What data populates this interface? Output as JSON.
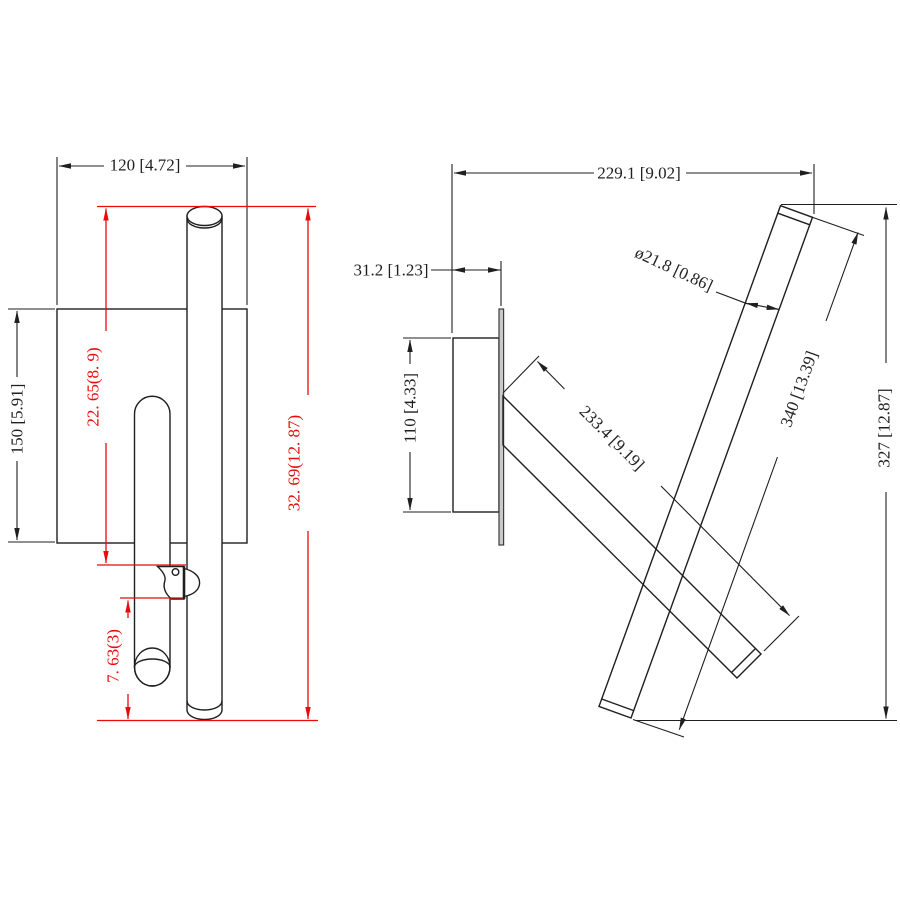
{
  "drawing": {
    "kind": "wall-sconce dimension drawing",
    "colors": {
      "line": "#1f1f1f",
      "dimension_red": "#e80b0b",
      "background": "#ffffff",
      "plate_edge_fill": "#c9c9c9"
    },
    "front_view": {
      "width": "120 [4.72]",
      "plate_height": "150 [5.91]",
      "upper_extension": "22. 65(8. 9)",
      "overall_height": "32. 69(12. 87)",
      "lower_extension": "7. 63(3)"
    },
    "side_view": {
      "overall_depth": "229.1 [9.02]",
      "backplate_offset": "31.2 [1.23]",
      "box_height": "110 [4.33]",
      "tube_diameter": "ø21.8 [0.86]",
      "arm_length": "233.4 [9.19]",
      "tube_length": "340 [13.39]",
      "overall_height": "327 [12.87]"
    }
  }
}
